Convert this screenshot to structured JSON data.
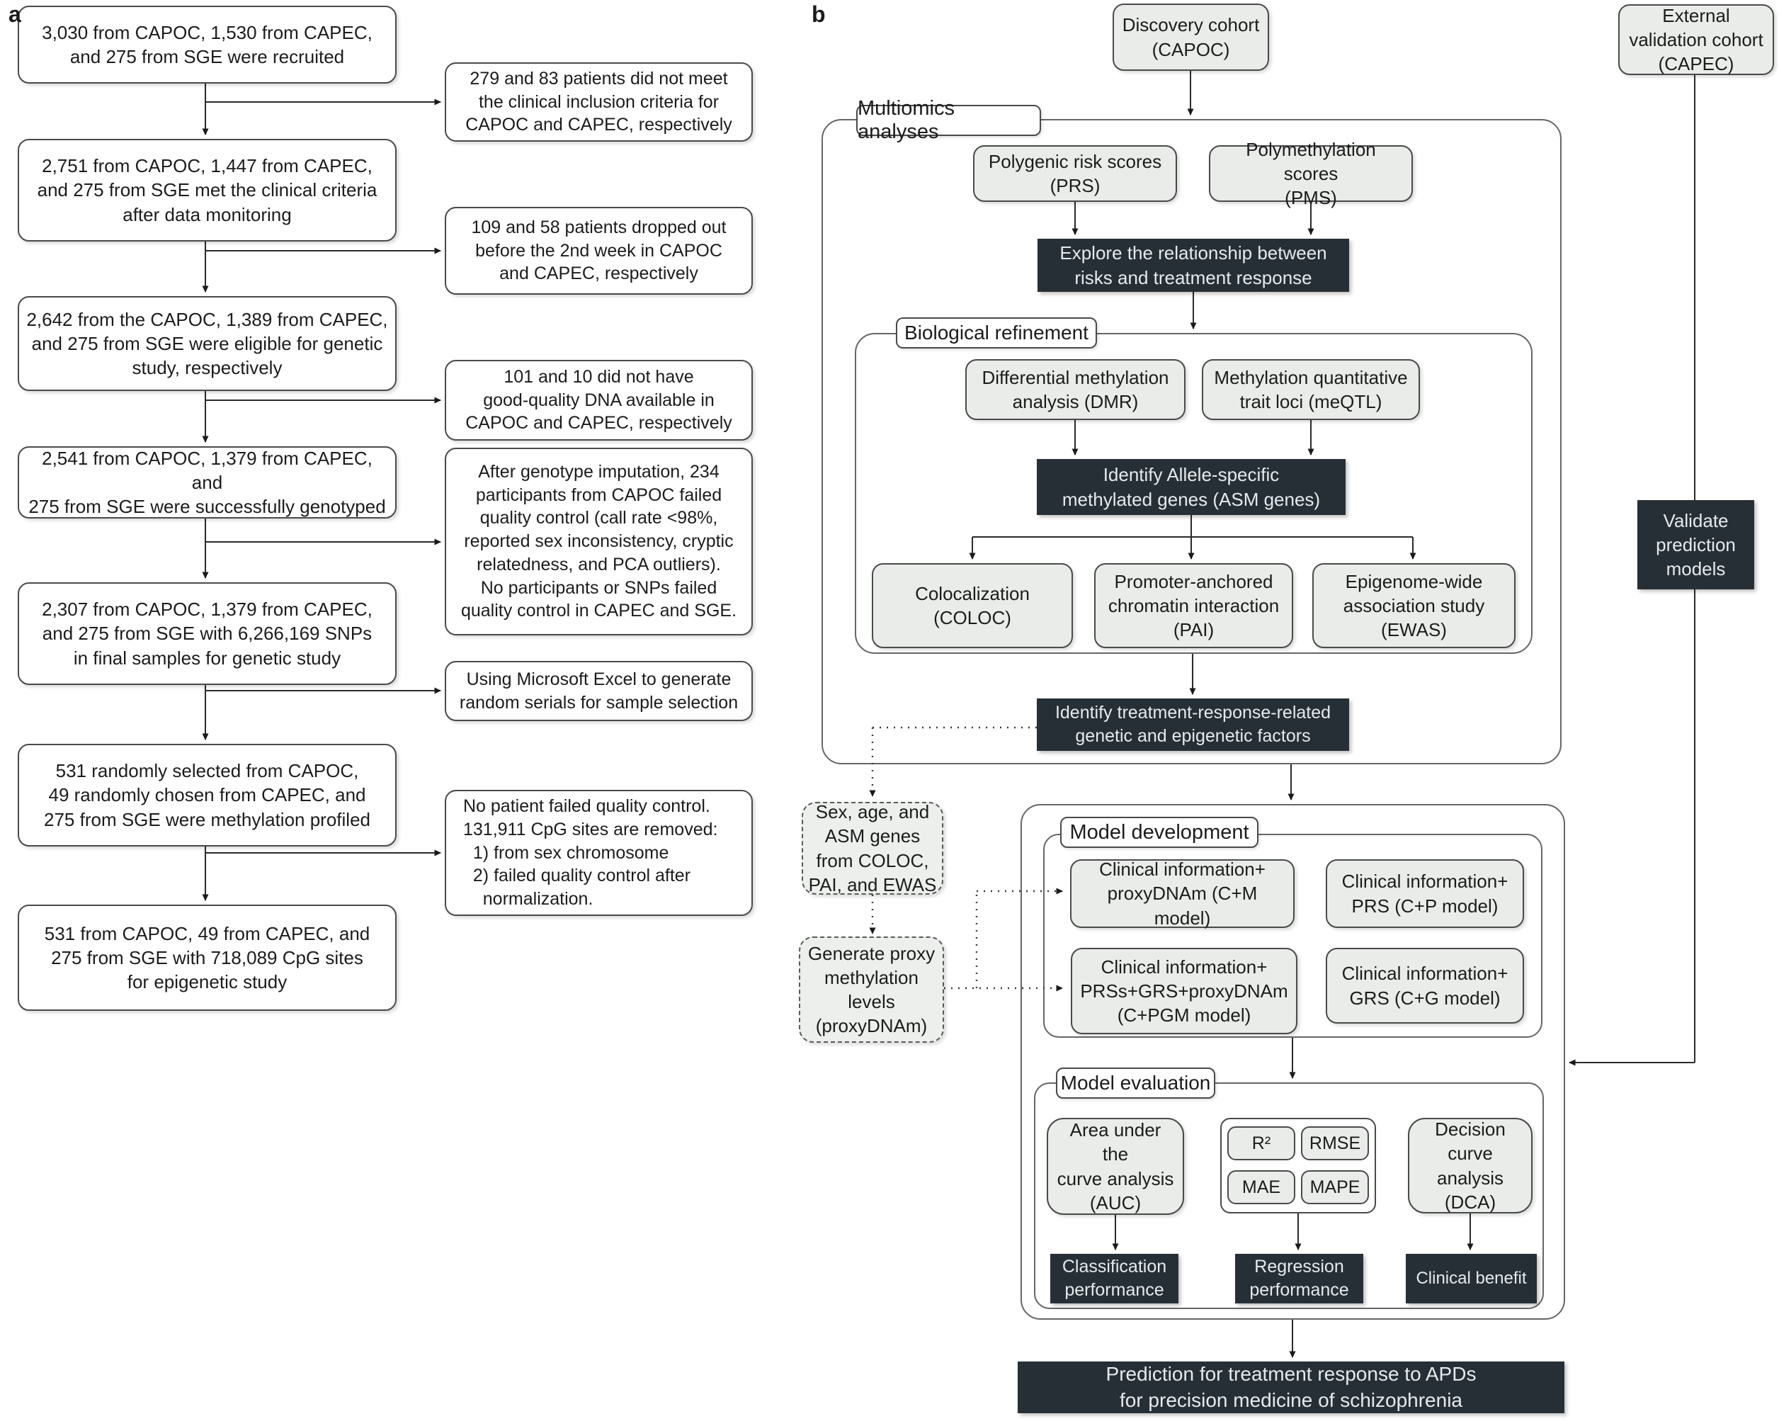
{
  "colors": {
    "dark_box": "#272f36",
    "dark_box_text": "#e6eaec",
    "light_box_fill": "#e9ece9",
    "box_border": "#4a4a4a",
    "container_border": "#666666",
    "arrow": "#2a2a2a",
    "background": "#ffffff"
  },
  "panel_a": {
    "label": "a",
    "flow": [
      {
        "text": [
          "3,030 from CAPOC, 1,530 from CAPEC,",
          "and 275 from SGE were recruited"
        ]
      },
      {
        "text": [
          "2,751 from CAPOC, 1,447 from CAPEC,",
          "and 275 from SGE met the clinical criteria",
          "after data monitoring"
        ]
      },
      {
        "text": [
          "2,642 from the CAPOC, 1,389 from CAPEC,",
          "and 275 from SGE were eligible for genetic",
          "study, respectively"
        ]
      },
      {
        "text": [
          "2,541 from CAPOC, 1,379 from CAPEC, and",
          "275 from SGE were successfully genotyped"
        ]
      },
      {
        "text": [
          "2,307 from CAPOC, 1,379 from CAPEC,",
          "and 275 from SGE with 6,266,169 SNPs",
          "in final samples for genetic study"
        ]
      },
      {
        "text": [
          "531 randomly selected from CAPOC,",
          "49 randomly chosen from CAPEC, and",
          "275 from SGE were methylation profiled"
        ]
      },
      {
        "text": [
          "531 from CAPOC, 49 from CAPEC, and",
          "275 from SGE with 718,089 CpG sites",
          "for epigenetic study"
        ]
      }
    ],
    "side": [
      {
        "text": [
          "279 and 83 patients did not meet",
          "the clinical inclusion criteria for",
          "CAPOC and CAPEC, respectively"
        ]
      },
      {
        "text": [
          "109 and 58 patients dropped out",
          "before the 2nd week in CAPOC",
          "and CAPEC, respectively"
        ]
      },
      {
        "text": [
          "101 and 10 did not have",
          "good-quality DNA available in",
          "CAPOC and CAPEC, respectively"
        ]
      },
      {
        "text": [
          "After genotype imputation, 234",
          "participants from CAPOC failed",
          "quality control (call rate <98%,",
          "reported sex inconsistency, cryptic",
          "relatedness, and PCA outliers).",
          "No participants or SNPs failed",
          "quality control in CAPEC and SGE."
        ]
      },
      {
        "text": [
          "Using Microsoft Excel to generate",
          "random serials for sample selection"
        ]
      },
      {
        "text": [
          "No patient failed quality control.",
          "131,911 CpG sites are removed:",
          "  1) from sex chromosome",
          "  2) failed quality control after",
          "    normalization."
        ]
      }
    ]
  },
  "panel_b": {
    "label": "b",
    "discovery": {
      "text": [
        "Discovery cohort",
        "(CAPOC)"
      ]
    },
    "external": {
      "text": [
        "External",
        "validation cohort",
        "(CAPEC)"
      ]
    },
    "multiomics_label": "Multiomics analyses",
    "prs": {
      "text": [
        "Polygenic risk scores",
        "(PRS)"
      ]
    },
    "pms": {
      "text": [
        "Polymethylation scores",
        "(PMS)"
      ]
    },
    "explore": {
      "text": [
        "Explore the relationship between",
        "risks and treatment response"
      ]
    },
    "bio_label": "Biological refinement",
    "dmr": {
      "text": [
        "Differential methylation",
        "analysis (DMR)"
      ]
    },
    "meqtl": {
      "text": [
        "Methylation quantitative",
        "trait loci (meQTL)"
      ]
    },
    "asm": {
      "text": [
        "Identify Allele-specific",
        "methylated genes (ASM genes)"
      ]
    },
    "coloc": {
      "text": [
        "Colocalization",
        "(COLOC)"
      ]
    },
    "pai": {
      "text": [
        "Promoter-anchored",
        "chromatin interaction",
        "(PAI)"
      ]
    },
    "ewas": {
      "text": [
        "Epigenome-wide",
        "association study",
        "(EWAS)"
      ]
    },
    "identify": {
      "text": [
        "Identify treatment-response-related",
        "genetic and epigenetic factors"
      ]
    },
    "sex_asm": {
      "text": [
        "Sex, age, and",
        "ASM genes",
        "from COLOC,",
        "PAI, and EWAS"
      ]
    },
    "proxy": {
      "text": [
        "Generate proxy",
        "methylation",
        "levels",
        "(proxyDNAm)"
      ]
    },
    "md_label": "Model development",
    "cm": {
      "text": [
        "Clinical information+",
        "proxyDNAm (C+M model)"
      ]
    },
    "cp": {
      "text": [
        "Clinical information+",
        "PRS (C+P model)"
      ]
    },
    "cpgm": {
      "text": [
        "Clinical information+",
        "PRSs+GRS+proxyDNAm",
        "(C+PGM model)"
      ]
    },
    "cg": {
      "text": [
        "Clinical information+",
        "GRS (C+G model)"
      ]
    },
    "me_label": "Model evaluation",
    "auc": {
      "text": [
        "Area under the",
        "curve analysis",
        "(AUC)"
      ]
    },
    "metrics": {
      "r2": "R²",
      "rmse": "RMSE",
      "mae": "MAE",
      "mape": "MAPE"
    },
    "dca": {
      "text": [
        "Decision curve",
        "analysis (DCA)"
      ]
    },
    "classification": {
      "text": [
        "Classification",
        "performance"
      ]
    },
    "regression": {
      "text": [
        "Regression",
        "performance"
      ]
    },
    "benefit": {
      "text": [
        "Clinical benefit"
      ]
    },
    "validate": {
      "text": [
        "Validate",
        "prediction",
        "models"
      ]
    },
    "banner": {
      "text": [
        "Prediction for treatment response to APDs",
        "for precision medicine of schizophrenia"
      ]
    }
  }
}
